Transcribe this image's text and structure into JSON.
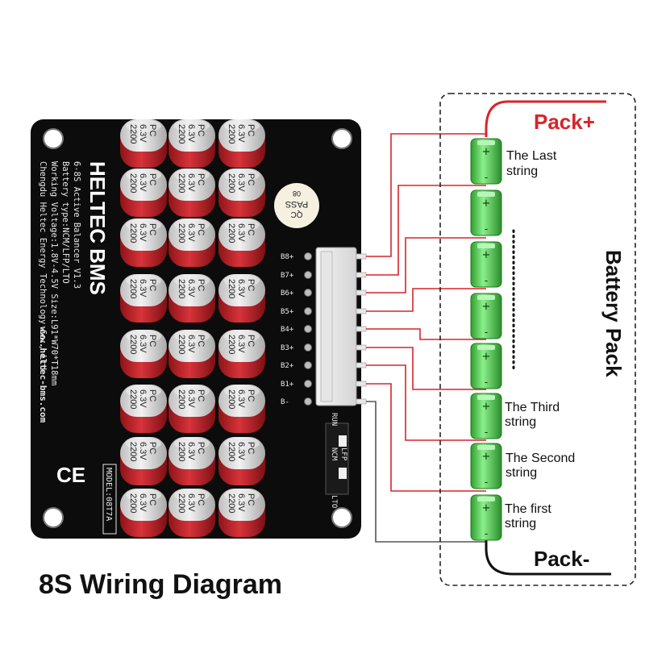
{
  "board": {
    "brand_left": "HELTEC",
    "brand_right": "BMS",
    "text_lines": [
      "6-8S Active Balancer V1.3",
      "Battery type:NCM/LFP/LTO",
      "Working Voltage:1.8V-4.5V  Size:L91*W70*T18mm",
      "Chengdu Heltec Energy Technology Co., Ltd"
    ],
    "url": "www.heltec-bms.com",
    "model": "MODEL:08T7A",
    "qc_line1": "QC",
    "qc_line2": "PASS",
    "qc_line3": "08",
    "ce": "CE",
    "cap_line1": "2200",
    "cap_line2": "6.3V",
    "cap_line3": "PC",
    "pins": [
      "B8+",
      "B7+",
      "B6+",
      "B5+",
      "B4+",
      "B3+",
      "B2+",
      "B1+",
      "B-"
    ],
    "run_label": "RUN",
    "ncm_label": "NCM",
    "lfp_label": "LFP",
    "lto_label": "LTO"
  },
  "pack": {
    "pack_plus": "Pack+",
    "pack_minus": "Pack-",
    "title": "Battery Pack",
    "dots": "⋮",
    "labels": {
      "last_1": "The Last",
      "last_2": "string",
      "third_1": "The Third",
      "third_2": "string",
      "second_1": "The Second",
      "second_2": "string",
      "first_1": "The first",
      "first_2": "string"
    }
  },
  "caption": "8S Wiring Diagram",
  "colors": {
    "board": "#0c0c0c",
    "cap_red": "#c0262b",
    "cap_silver": "#d9d9d9",
    "wire_red": "#d8242a",
    "cell_green": "#3cc83c",
    "pack_plus": "#d8242a",
    "pack_minus": "#111111"
  }
}
